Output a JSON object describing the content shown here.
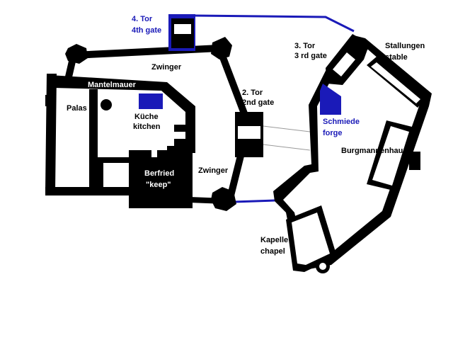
{
  "colors": {
    "wall": "#000000",
    "gate_blue": "#1a1ab8",
    "label_blue": "#1a1ab8",
    "label_black": "#000000",
    "white_label": "#ffffff",
    "background": "#ffffff",
    "bridge_line": "#999999"
  },
  "labels": {
    "gate4_line1": "4. Tor",
    "gate4_line2": "4th gate",
    "zwinger_top": "Zwinger",
    "mantelmauer": "Mantelmauer",
    "palas": "Palas",
    "kueche": "Küche",
    "kitchen": "kitchen",
    "berfried": "Berfried",
    "keep": "\"keep\"",
    "zwinger_bottom": "Zwinger",
    "gate2_line1": "2. Tor",
    "gate2_line2": "2nd gate",
    "gate3_line1": "3. Tor",
    "gate3_line2": "3 rd gate",
    "stallungen": "Stallungen",
    "stable": "stable",
    "schmiede": "Schmiede",
    "forge": "forge",
    "burgmannenhaus": "Burgmannenhaus",
    "kapelle": "Kapelle",
    "chapel": "chapel"
  }
}
